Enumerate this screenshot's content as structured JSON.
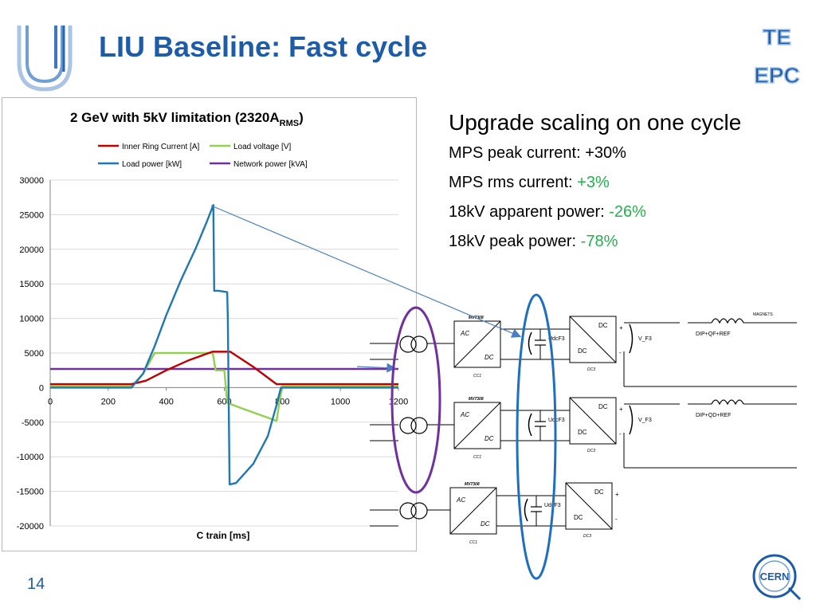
{
  "slide": {
    "title": "LIU Baseline: Fast cycle",
    "page_number": "14",
    "te_logo_top": "TE",
    "te_logo_bottom": "EPC",
    "cern_logo": "CERN"
  },
  "text_panel": {
    "heading": "Upgrade scaling on one cycle",
    "items": [
      {
        "label": "MPS peak current: ",
        "value": "+30%",
        "value_color": "#000000"
      },
      {
        "label": "MPS rms current: ",
        "value": "+3%",
        "value_color": "#22b14c"
      },
      {
        "label": "18kV apparent power: ",
        "value": "-26%",
        "value_color": "#22b14c"
      },
      {
        "label": "18kV peak power: ",
        "value": "-78%",
        "value_color": "#22b14c"
      }
    ]
  },
  "chart_data": {
    "type": "line",
    "title": "2 GeV with 5kV limitation (2320A",
    "title_sub": "RMS",
    "title_end": ")",
    "xlabel": "C train [ms]",
    "ylabel": "",
    "xlim": [
      0,
      1200
    ],
    "ylim": [
      -20000,
      30000
    ],
    "x_ticks": [
      0,
      200,
      400,
      600,
      800,
      1000,
      1200
    ],
    "y_ticks": [
      30000,
      25000,
      20000,
      15000,
      10000,
      5000,
      0,
      -5000,
      -10000,
      -15000,
      -20000
    ],
    "legend_position": "top",
    "series": [
      {
        "name": "Inner Ring Current [A]",
        "color": "#c00000",
        "points": [
          [
            0,
            500
          ],
          [
            280,
            500
          ],
          [
            330,
            1000
          ],
          [
            400,
            2500
          ],
          [
            480,
            4000
          ],
          [
            560,
            5200
          ],
          [
            620,
            5200
          ],
          [
            700,
            3000
          ],
          [
            780,
            500
          ],
          [
            1200,
            500
          ]
        ]
      },
      {
        "name": "Load voltage [V]",
        "color": "#92d050",
        "points": [
          [
            0,
            200
          ],
          [
            280,
            200
          ],
          [
            320,
            2000
          ],
          [
            360,
            5000
          ],
          [
            560,
            5000
          ],
          [
            570,
            2500
          ],
          [
            600,
            2500
          ],
          [
            610,
            -2200
          ],
          [
            660,
            -3000
          ],
          [
            780,
            -4800
          ],
          [
            790,
            -2000
          ],
          [
            800,
            200
          ],
          [
            1200,
            200
          ]
        ]
      },
      {
        "name": "Load power [kW]",
        "color": "#1f77b4",
        "points": [
          [
            0,
            0
          ],
          [
            280,
            0
          ],
          [
            320,
            2000
          ],
          [
            360,
            6000
          ],
          [
            400,
            10500
          ],
          [
            450,
            15500
          ],
          [
            500,
            20000
          ],
          [
            540,
            24000
          ],
          [
            562,
            26400
          ],
          [
            565,
            14000
          ],
          [
            580,
            14000
          ],
          [
            610,
            13800
          ],
          [
            612,
            10000
          ],
          [
            618,
            -14000
          ],
          [
            640,
            -13800
          ],
          [
            700,
            -11000
          ],
          [
            750,
            -7000
          ],
          [
            780,
            -2500
          ],
          [
            795,
            0
          ],
          [
            1200,
            0
          ]
        ]
      },
      {
        "name": "Network power [kVA]",
        "color": "#7030a0",
        "points": [
          [
            0,
            2700
          ],
          [
            1200,
            2700
          ]
        ]
      }
    ]
  },
  "circuit": {
    "rows": [
      {
        "converter_ac": "AC",
        "converter_dc": "DC",
        "label_top": "MV7308",
        "cap_label": "UdcF3",
        "dc_in": "DC",
        "dc_out": "DC",
        "plus": "+",
        "minus": "-",
        "v_label": "V_F3",
        "load_label": "DIP+QF+REF",
        "cc1": "CC1",
        "dc3": "DC3"
      },
      {
        "converter_ac": "AC",
        "converter_dc": "DC",
        "label_top": "MV7308",
        "cap_label": "UdcF3",
        "dc_in": "DC",
        "dc_out": "DC",
        "plus": "+",
        "minus": "-",
        "v_label": "V_F3",
        "load_label": "DIP+QD+REF",
        "cc1": "CC1",
        "dc3": "DC3"
      },
      {
        "converter_ac": "AC",
        "converter_dc": "DC",
        "label_top": "MV7308",
        "cap_label": "UdcF3",
        "dc_in": "DC",
        "dc_out": "DC",
        "plus": "+",
        "minus": "-",
        "v_label": "",
        "load_label": "",
        "cc1": "CC1",
        "dc3": "DC3"
      }
    ],
    "magnets_label": "MAGNETS"
  },
  "colors": {
    "title_blue": "#1f5ca8",
    "accent_purple": "#7030a0",
    "accent_blue": "#1f77b4",
    "green": "#22b14c"
  }
}
